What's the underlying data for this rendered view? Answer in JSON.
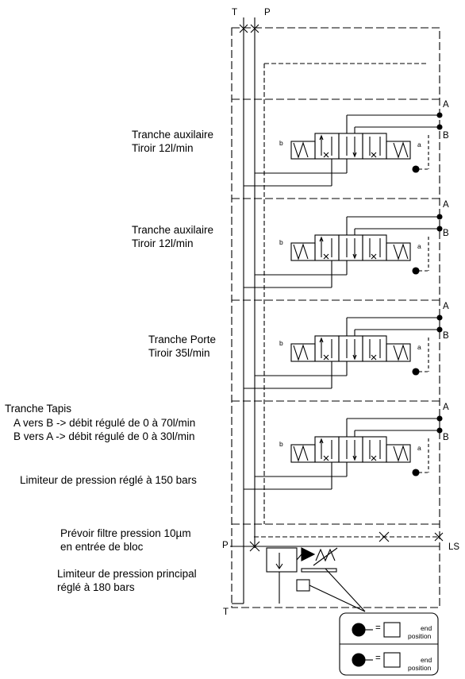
{
  "ports": {
    "t_top": "T",
    "p_top": "P",
    "a": "A",
    "b": "B",
    "p_left": "P",
    "t_bottom": "T",
    "ls": "LS"
  },
  "sections": [
    {
      "line1": "Tranche auxilaire",
      "line2": "Tiroir 12l/min"
    },
    {
      "line1": "Tranche auxilaire",
      "line2": "Tiroir 12l/min"
    },
    {
      "line1": "Tranche Porte",
      "line2": "Tiroir 35l/min"
    }
  ],
  "tapis": {
    "title": "Tranche Tapis",
    "line_a": "A vers B -> débit régulé de 0 à 70l/min",
    "line_b": "B vers A -> débit régulé de 0 à 30l/min"
  },
  "relief_valve": "Limiteur de pression réglé à 150 bars",
  "inlet": {
    "filter_line1": "Prévoir filtre pression 10µm",
    "filter_line2": "en entrée de bloc",
    "main_relief_line1": "Limiteur de pression principal",
    "main_relief_line2": "réglé à 180 bars"
  },
  "spool_labels": {
    "left": "b",
    "right": "a"
  },
  "legend": {
    "symbol": "=",
    "row1_line1": "end",
    "row1_line2": "position",
    "row2_line1": "end",
    "row2_line2": "position"
  }
}
